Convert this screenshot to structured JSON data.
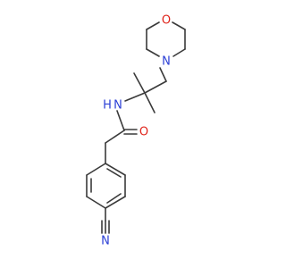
{
  "molecule": {
    "atoms": [
      {
        "id": "o_morph",
        "label": "O",
        "color": "#e0241b"
      },
      {
        "id": "n_morph",
        "label": "N",
        "color": "#2b3fd6"
      },
      {
        "id": "n_amide",
        "label": "N",
        "color": "#2b3fd6"
      },
      {
        "id": "h_amide",
        "label": "H",
        "color": "#2b3fd6"
      },
      {
        "id": "o_carbonyl",
        "label": "O",
        "color": "#e0241b"
      },
      {
        "id": "n_nitrile",
        "label": "N",
        "color": "#2b3fd6"
      }
    ]
  }
}
